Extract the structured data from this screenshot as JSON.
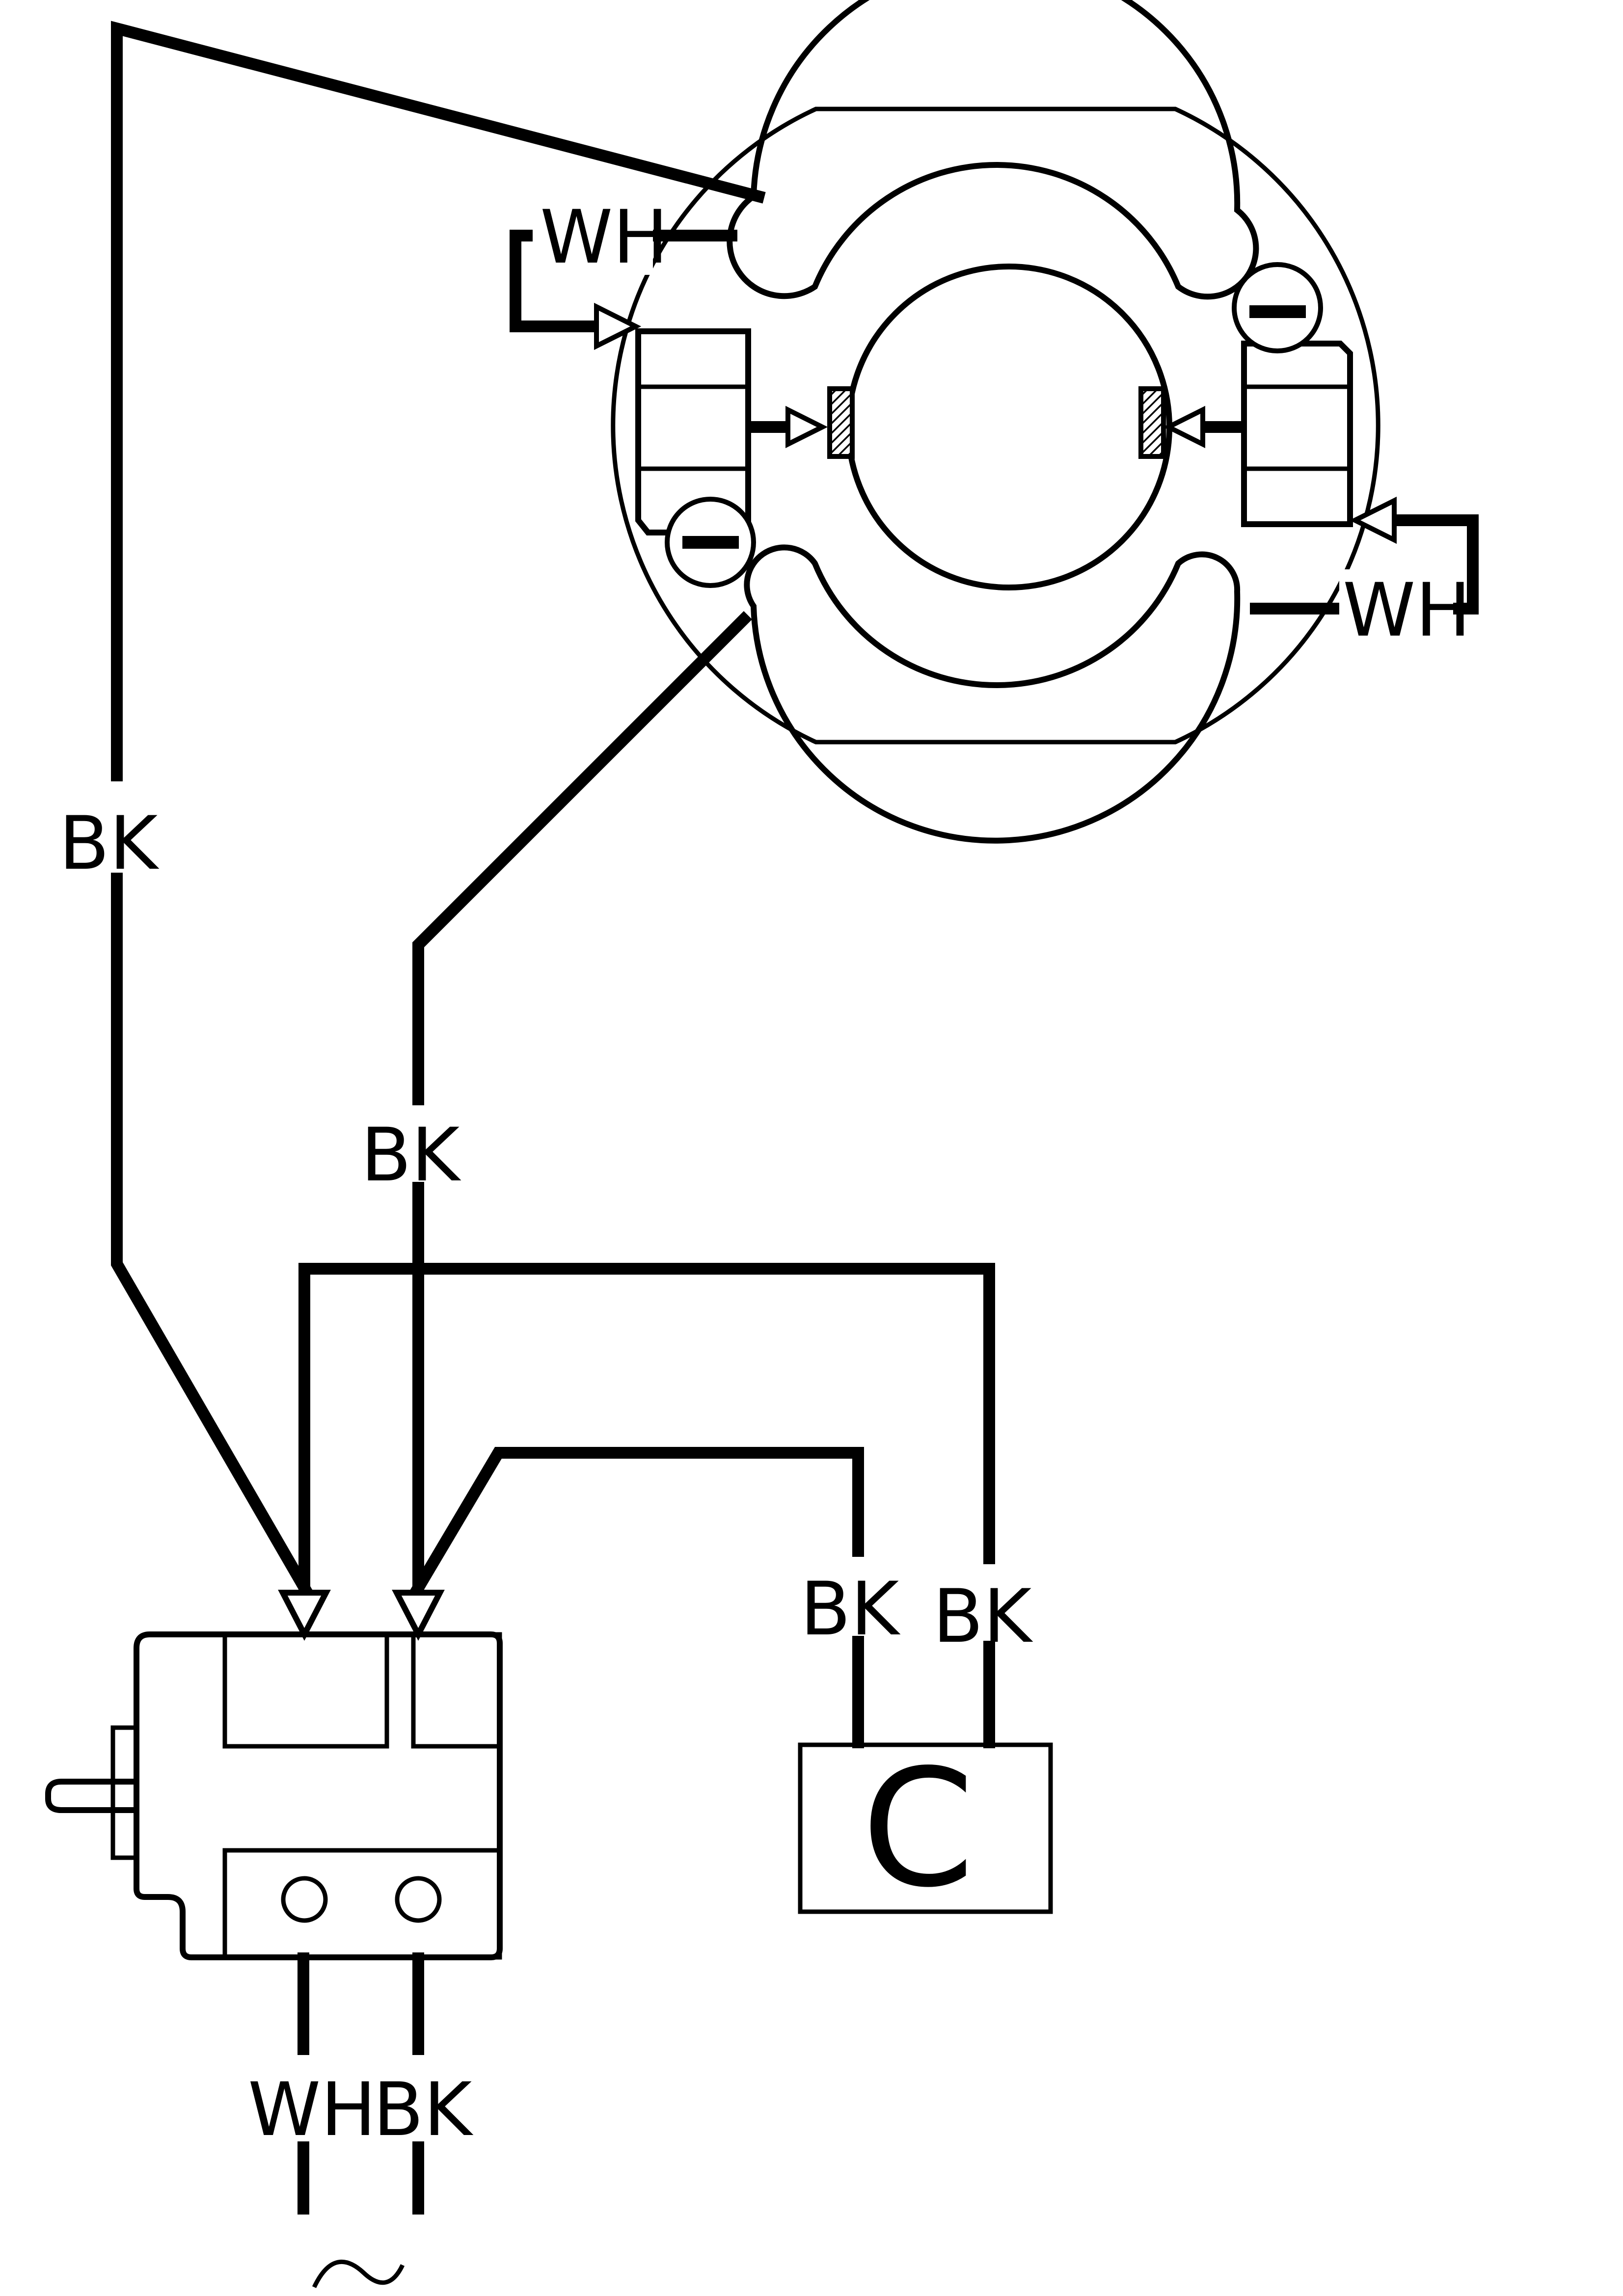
{
  "labels": {
    "wh_top_left": "WH",
    "wh_right": "WH",
    "bk_left": "BK",
    "bk_middle": "BK",
    "bk_capacitor_left": "BK",
    "bk_capacitor_right": "BK",
    "wh_supply": "WH",
    "bk_supply": "BK"
  },
  "capacitor": {
    "label": "C"
  },
  "supply_symbol": "~",
  "brush_symbol": "−"
}
